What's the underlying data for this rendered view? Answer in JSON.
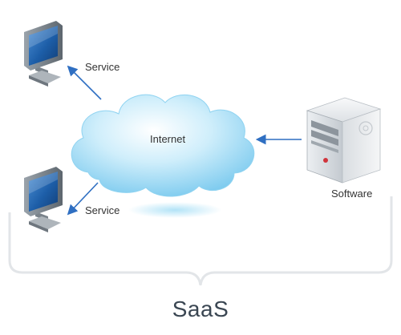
{
  "labels": {
    "service_top": "Service",
    "service_bottom": "Service",
    "internet": "Internet",
    "software": "Software",
    "saas": "SaaS"
  },
  "colors": {
    "arrow": "#2f6fc2",
    "cloud_light": "#e8f6fd",
    "cloud_dark": "#7fcff2",
    "screen": "#1e5aa0",
    "bracket": "#e2e5e8"
  }
}
